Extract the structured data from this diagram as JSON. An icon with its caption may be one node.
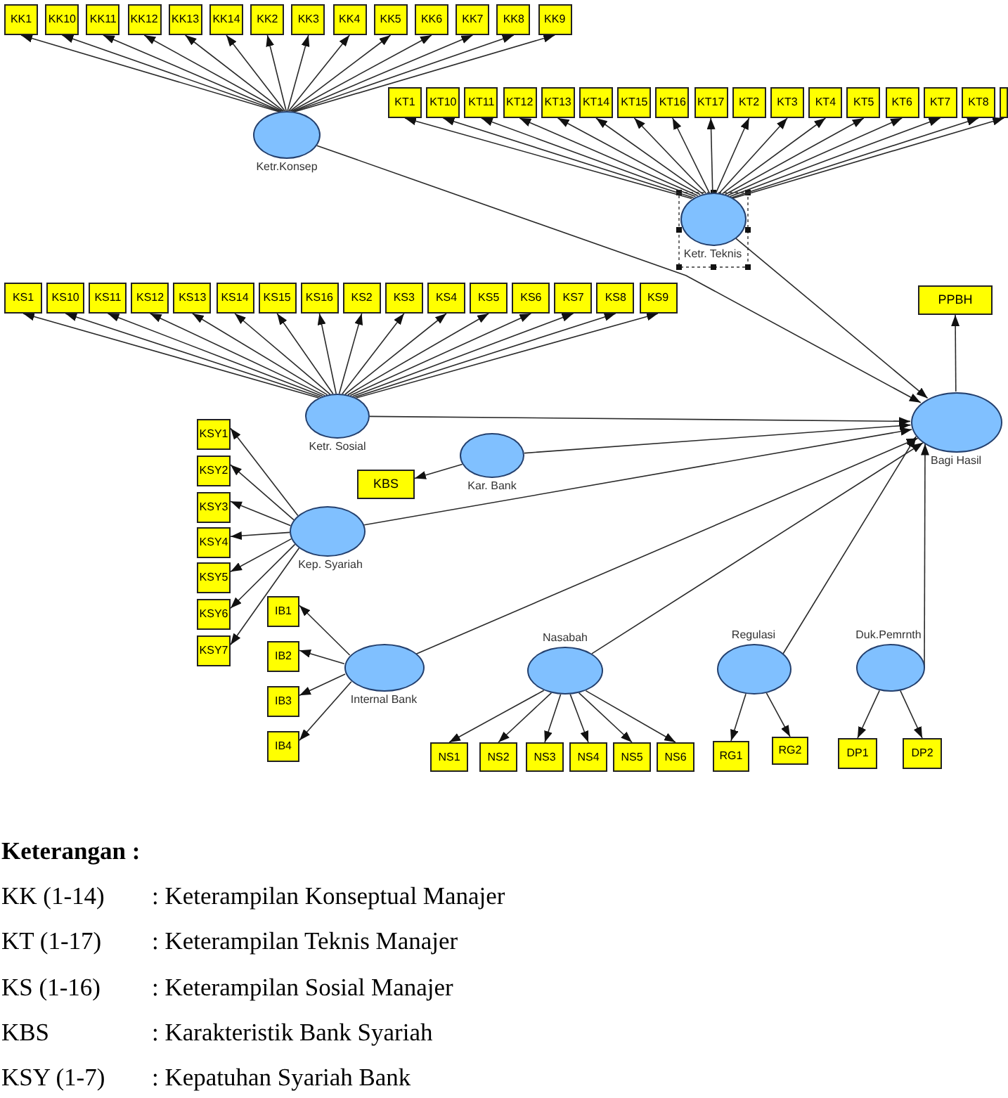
{
  "diagram": {
    "nodes": [
      {
        "text": [
          "KK1"
        ]
      },
      {
        "text": [
          "KK10"
        ]
      },
      {
        "text": [
          "KK11"
        ]
      },
      {
        "text": [
          "KK12"
        ]
      },
      {
        "text": [
          "KK13"
        ]
      },
      {
        "text": [
          "KK14"
        ]
      },
      {
        "text": [
          "KK2"
        ]
      },
      {
        "text": [
          "KK3"
        ]
      },
      {
        "text": [
          "KK4"
        ]
      },
      {
        "text": [
          "KK5"
        ]
      },
      {
        "text": [
          "KK6"
        ]
      },
      {
        "text": [
          "KK7"
        ]
      },
      {
        "text": [
          "KK8"
        ]
      },
      {
        "text": [
          "KK9"
        ]
      },
      {
        "text": [
          "Ketr.Konsep"
        ]
      },
      {
        "text": [
          "KT1"
        ]
      },
      {
        "text": [
          "KT10"
        ]
      },
      {
        "text": [
          "KT11"
        ]
      },
      {
        "text": [
          "KT12"
        ]
      },
      {
        "text": [
          "KT13"
        ]
      },
      {
        "text": [
          "KT14"
        ]
      },
      {
        "text": [
          "KT15"
        ]
      },
      {
        "text": [
          "KT16"
        ]
      },
      {
        "text": [
          "KT17"
        ]
      },
      {
        "text": [
          "KT2"
        ]
      },
      {
        "text": [
          "KT3"
        ]
      },
      {
        "text": [
          "KT4"
        ]
      },
      {
        "text": [
          "KT5"
        ]
      },
      {
        "text": [
          "KT6"
        ]
      },
      {
        "text": [
          "KT7"
        ]
      },
      {
        "text": [
          "KT8"
        ]
      },
      {
        "text": [],
        "shape": "box"
      },
      {
        "text": [
          "Ketr. Teknis"
        ]
      },
      {
        "text": [
          "KS1"
        ]
      },
      {
        "text": [
          "KS10"
        ]
      },
      {
        "text": [
          "KS11"
        ]
      },
      {
        "text": [
          "KS12"
        ]
      },
      {
        "text": [
          "KS13"
        ]
      },
      {
        "text": [
          "KS14"
        ]
      },
      {
        "text": [
          "KS15"
        ]
      },
      {
        "text": [
          "KS16"
        ]
      },
      {
        "text": [
          "KS2"
        ]
      },
      {
        "text": [
          "KS3"
        ]
      },
      {
        "text": [
          "KS4"
        ]
      },
      {
        "text": [
          "KS5"
        ]
      },
      {
        "text": [
          "KS6"
        ]
      },
      {
        "text": [
          "KS7"
        ]
      },
      {
        "text": [
          "KS8"
        ]
      },
      {
        "text": [
          "KS9"
        ]
      },
      {
        "text": [
          "PPBH"
        ]
      },
      {
        "text": [
          "Ketr. Sosial"
        ]
      },
      {
        "text": [
          "Bagi Hasil"
        ]
      },
      {
        "text": [
          "KSY1"
        ]
      },
      {
        "text": [
          "KSY2"
        ]
      },
      {
        "text": [
          "KSY3"
        ]
      },
      {
        "text": [
          "KSY4"
        ]
      },
      {
        "text": [
          "KSY5"
        ]
      },
      {
        "text": [
          "KSY6"
        ]
      },
      {
        "text": [
          "KSY7"
        ]
      },
      {
        "text": [
          "Kar. Bank"
        ]
      },
      {
        "text": [
          "KBS"
        ]
      },
      {
        "text": [
          "Kep. Syariah"
        ]
      },
      {
        "text": [
          "IB1"
        ]
      },
      {
        "text": [
          "IB2"
        ]
      },
      {
        "text": [
          "IB3"
        ]
      },
      {
        "text": [
          "IB4"
        ]
      },
      {
        "text": [
          "Internal Bank"
        ]
      },
      {
        "text": [
          "Nasabah"
        ]
      },
      {
        "text": [
          "Regulasi"
        ]
      },
      {
        "text": [
          "Duk.Pemrnth"
        ]
      },
      {
        "text": [
          "NS1"
        ]
      },
      {
        "text": [
          "NS2"
        ]
      },
      {
        "text": [
          "NS3"
        ]
      },
      {
        "text": [
          "NS4"
        ]
      },
      {
        "text": [
          "NS5"
        ]
      },
      {
        "text": [
          "NS6"
        ]
      },
      {
        "text": [
          "RG1"
        ]
      },
      {
        "text": [
          "RG2"
        ]
      },
      {
        "text": [
          "DP1"
        ]
      },
      {
        "text": [
          "DP2"
        ]
      }
    ],
    "edges": [
      {
        "from": 14,
        "to": 0,
        "arrow": "to"
      },
      {
        "from": 14,
        "to": 1,
        "arrow": "to"
      },
      {
        "from": 14,
        "to": 2,
        "arrow": "to"
      },
      {
        "from": 14,
        "to": 3,
        "arrow": "to"
      },
      {
        "from": 14,
        "to": 4,
        "arrow": "to"
      },
      {
        "from": 14,
        "to": 5,
        "arrow": "to"
      },
      {
        "from": 14,
        "to": 6,
        "arrow": "to"
      },
      {
        "from": 14,
        "to": 7,
        "arrow": "to"
      },
      {
        "from": 14,
        "to": 8,
        "arrow": "to"
      },
      {
        "from": 14,
        "to": 9,
        "arrow": "to"
      },
      {
        "from": 14,
        "to": 10,
        "arrow": "to"
      },
      {
        "from": 14,
        "to": 11,
        "arrow": "to"
      },
      {
        "from": 14,
        "to": 12,
        "arrow": "to"
      },
      {
        "from": 14,
        "to": 13,
        "arrow": "to"
      },
      {
        "from": 32,
        "to": 15,
        "arrow": "to"
      },
      {
        "from": 32,
        "to": 16,
        "arrow": "to"
      },
      {
        "from": 32,
        "to": 17,
        "arrow": "to"
      },
      {
        "from": 32,
        "to": 18,
        "arrow": "to"
      },
      {
        "from": 32,
        "to": 19,
        "arrow": "to"
      },
      {
        "from": 32,
        "to": 20,
        "arrow": "to"
      },
      {
        "from": 32,
        "to": 21,
        "arrow": "to"
      },
      {
        "from": 32,
        "to": 22,
        "arrow": "to"
      },
      {
        "from": 32,
        "to": 23,
        "arrow": "to"
      },
      {
        "from": 32,
        "to": 24,
        "arrow": "to"
      },
      {
        "from": 32,
        "to": 25,
        "arrow": "to"
      },
      {
        "from": 32,
        "to": 26,
        "arrow": "to"
      },
      {
        "from": 32,
        "to": 27,
        "arrow": "to"
      },
      {
        "from": 32,
        "to": 28,
        "arrow": "to"
      },
      {
        "from": 32,
        "to": 29,
        "arrow": "to"
      },
      {
        "from": 32,
        "to": 30,
        "arrow": "to"
      },
      {
        "from": 32,
        "to": 31,
        "arrow": "to"
      },
      {
        "from": 50,
        "to": 33,
        "arrow": "to"
      },
      {
        "from": 50,
        "to": 34,
        "arrow": "to"
      },
      {
        "from": 50,
        "to": 35,
        "arrow": "to"
      },
      {
        "from": 50,
        "to": 36,
        "arrow": "to"
      },
      {
        "from": 50,
        "to": 37,
        "arrow": "to"
      },
      {
        "from": 50,
        "to": 38,
        "arrow": "to"
      },
      {
        "from": 50,
        "to": 39,
        "arrow": "to"
      },
      {
        "from": 50,
        "to": 40,
        "arrow": "to"
      },
      {
        "from": 50,
        "to": 41,
        "arrow": "to"
      },
      {
        "from": 50,
        "to": 42,
        "arrow": "to"
      },
      {
        "from": 50,
        "to": 43,
        "arrow": "to"
      },
      {
        "from": 50,
        "to": 44,
        "arrow": "to"
      },
      {
        "from": 50,
        "to": 45,
        "arrow": "to"
      },
      {
        "from": 50,
        "to": 46,
        "arrow": "to"
      },
      {
        "from": 50,
        "to": 47,
        "arrow": "to"
      },
      {
        "from": 50,
        "to": 48,
        "arrow": "to"
      },
      {
        "from": 59,
        "to": 60,
        "arrow": "to"
      },
      {
        "from": 61,
        "to": 52,
        "arrow": "to"
      },
      {
        "from": 61,
        "to": 53,
        "arrow": "to"
      },
      {
        "from": 61,
        "to": 54,
        "arrow": "to"
      },
      {
        "from": 61,
        "to": 55,
        "arrow": "to"
      },
      {
        "from": 61,
        "to": 56,
        "arrow": "to"
      },
      {
        "from": 61,
        "to": 57,
        "arrow": "to"
      },
      {
        "from": 61,
        "to": 58,
        "arrow": "to"
      },
      {
        "from": 66,
        "to": 62,
        "arrow": "to"
      },
      {
        "from": 66,
        "to": 63,
        "arrow": "to"
      },
      {
        "from": 66,
        "to": 64,
        "arrow": "to"
      },
      {
        "from": 66,
        "to": 65,
        "arrow": "to"
      },
      {
        "from": 67,
        "to": 70,
        "arrow": "to"
      },
      {
        "from": 67,
        "to": 71,
        "arrow": "to"
      },
      {
        "from": 67,
        "to": 72,
        "arrow": "to"
      },
      {
        "from": 67,
        "to": 73,
        "arrow": "to"
      },
      {
        "from": 67,
        "to": 74,
        "arrow": "to"
      },
      {
        "from": 67,
        "to": 75,
        "arrow": "to"
      },
      {
        "from": 68,
        "to": 76,
        "arrow": "to"
      },
      {
        "from": 68,
        "to": 77,
        "arrow": "to"
      },
      {
        "from": 69,
        "to": 78,
        "arrow": "to"
      },
      {
        "from": 69,
        "to": 79,
        "arrow": "to"
      },
      {
        "from": 51,
        "to": 49,
        "arrow": "to"
      },
      {
        "from": 14,
        "to": 51,
        "arrow": "to"
      },
      {
        "from": 32,
        "to": 51,
        "arrow": "to"
      },
      {
        "from": 50,
        "to": 51,
        "arrow": "to"
      },
      {
        "from": 59,
        "to": 51,
        "arrow": "to"
      },
      {
        "from": 61,
        "to": 51,
        "arrow": "to"
      },
      {
        "from": 66,
        "to": 51,
        "arrow": "to"
      },
      {
        "from": 67,
        "to": 51,
        "arrow": "to"
      },
      {
        "from": 68,
        "to": 51,
        "arrow": "to"
      },
      {
        "from": 69,
        "to": 51,
        "arrow": "to"
      }
    ],
    "labels": [
      "Keterangan :",
      "KK (1-14)",
      ": Keterampilan Konseptual Manajer",
      "KT (1-17)",
      ": Keterampilan Teknis Manajer",
      "KS (1-16)",
      ": Keterampilan Sosial Manajer",
      "KBS",
      ": Karakteristik Bank Syariah",
      "KSY (1-7)",
      ": Kepatuhan Syariah Bank"
    ]
  }
}
